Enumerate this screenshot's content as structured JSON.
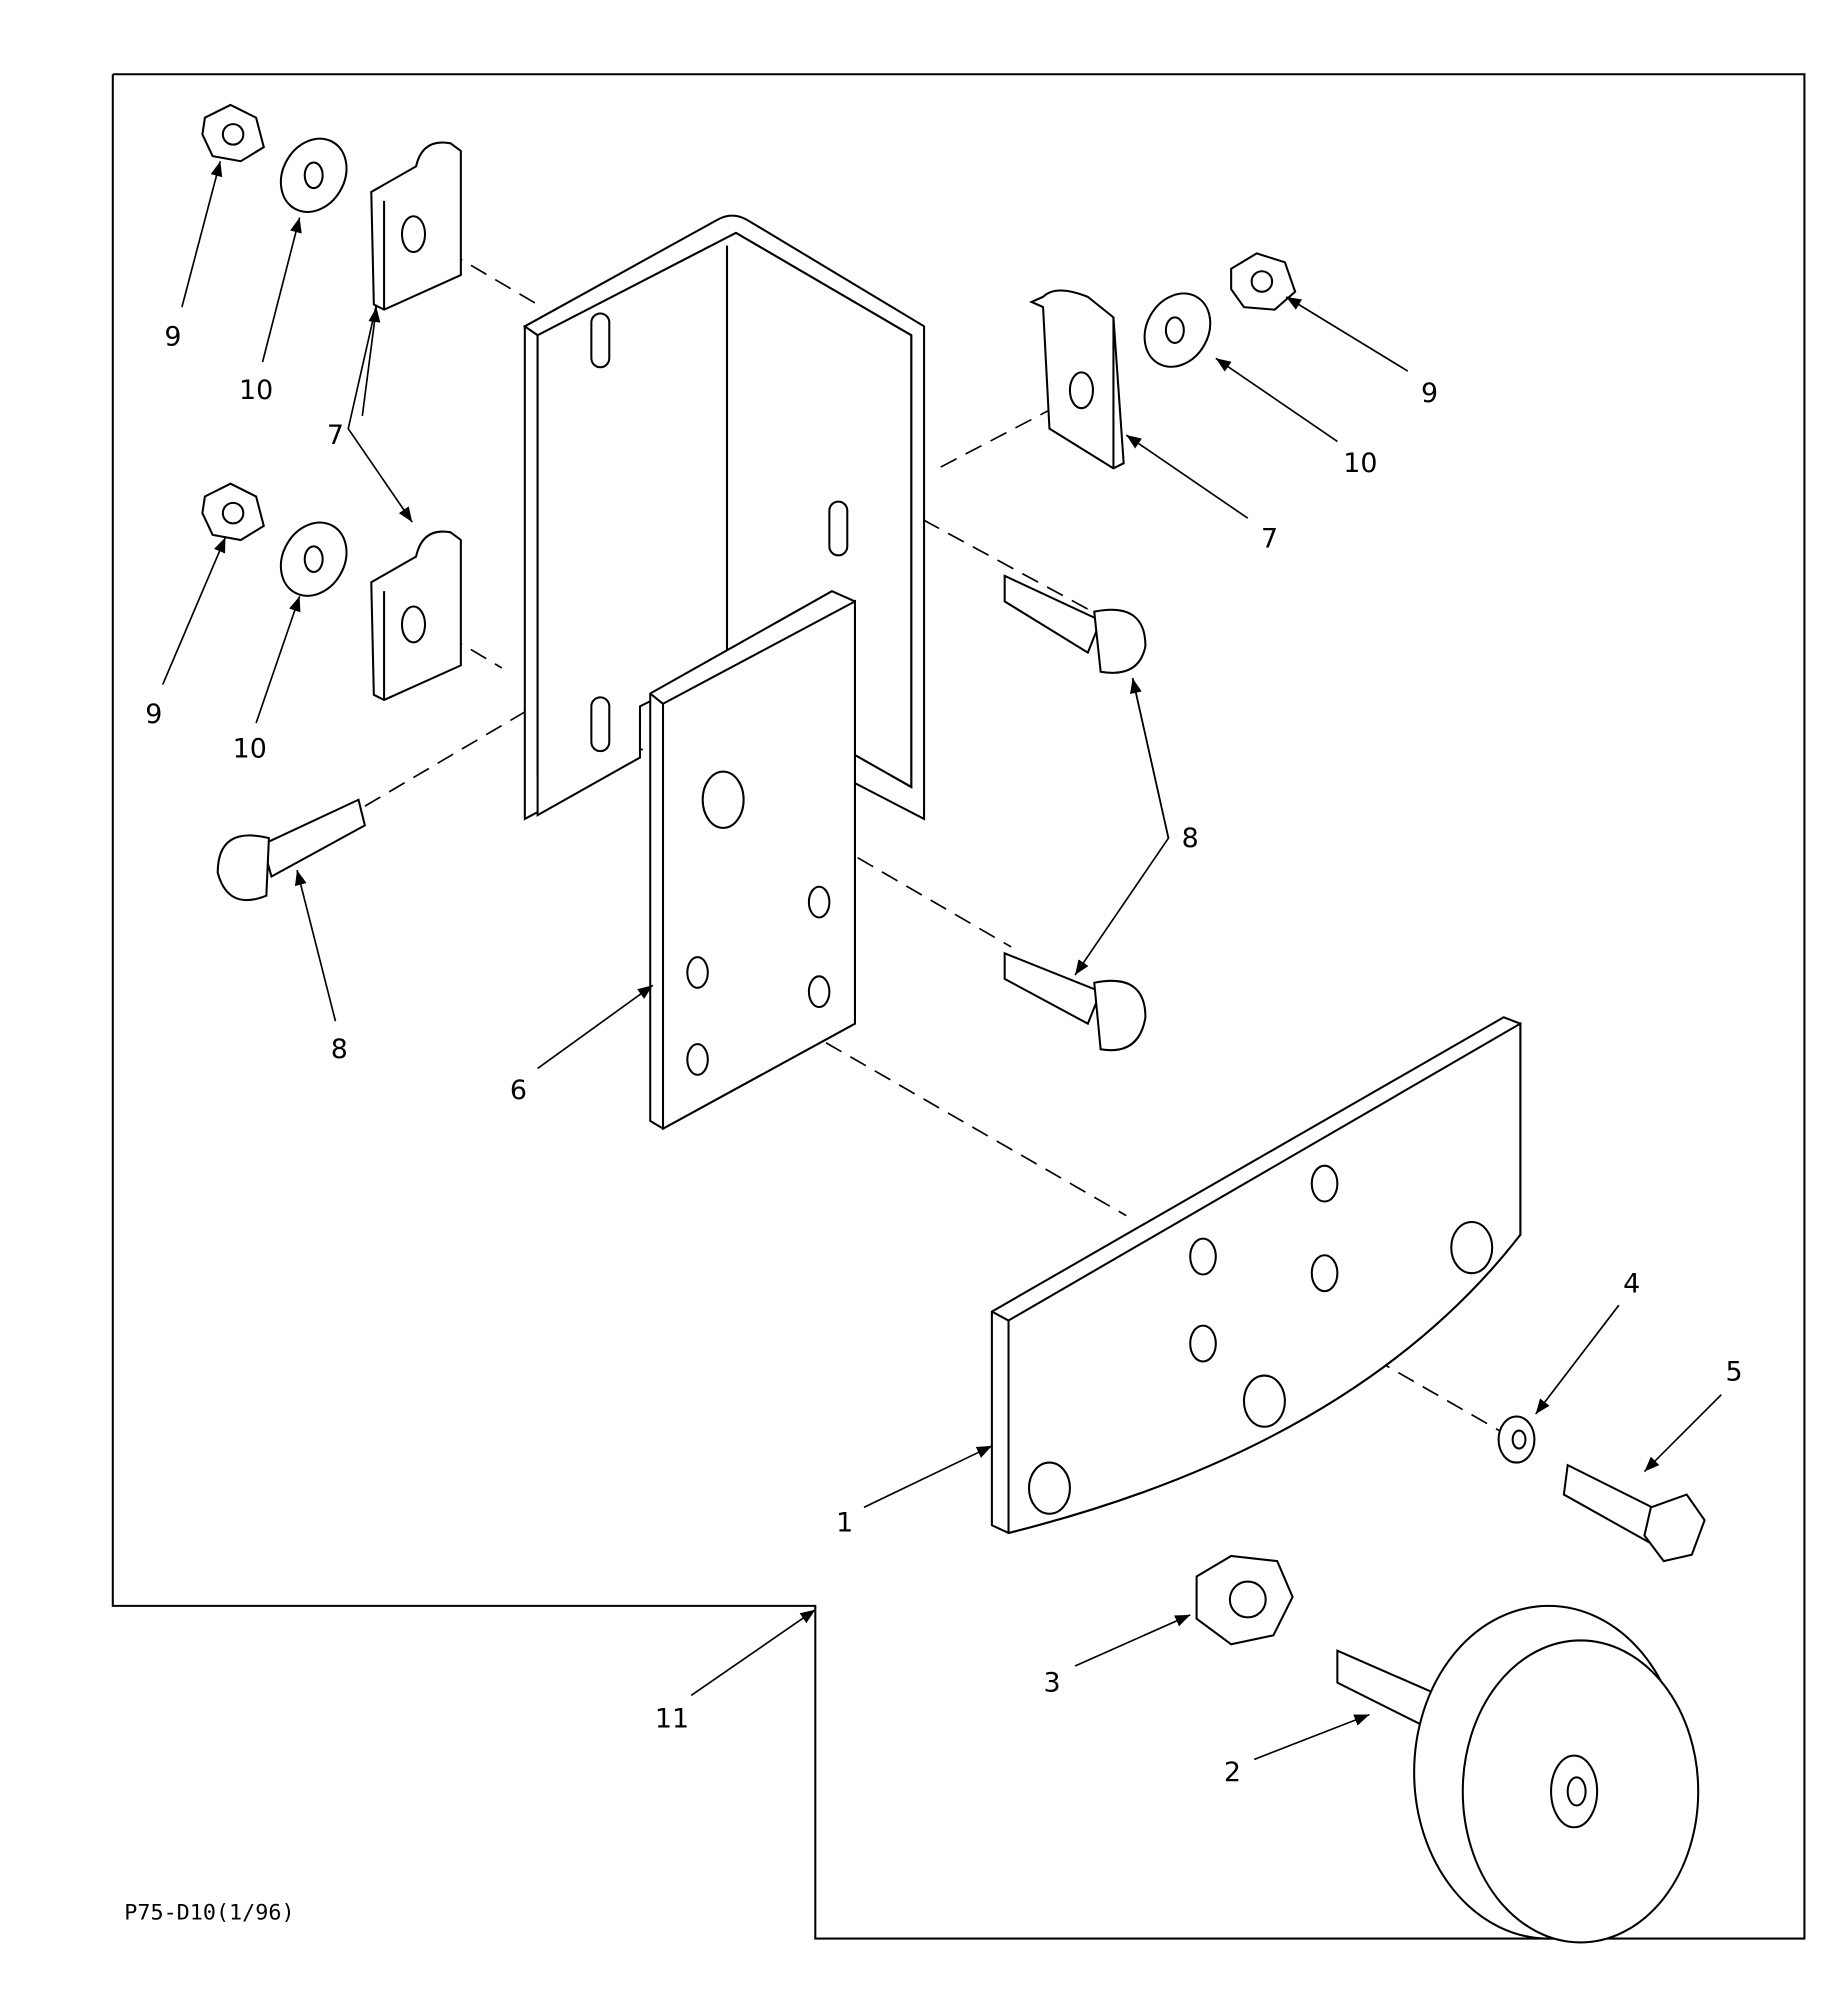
{
  "drawing_code": "P75-D10(1/96)",
  "callouts": {
    "nut_top_left": "9",
    "washer_top_left": "10",
    "clip_left": "7",
    "nut_mid_left": "9",
    "washer_mid_left": "10",
    "nut_right": "9",
    "washer_right": "10",
    "clip_right": "7",
    "carriage_bolt_right": "8",
    "carriage_bolt_left": "8",
    "spacer_plate": "6",
    "mount_plate": "1",
    "lock_washer": "4",
    "hex_bolt": "5",
    "hex_nut": "3",
    "roller": "2",
    "frame": "11"
  }
}
